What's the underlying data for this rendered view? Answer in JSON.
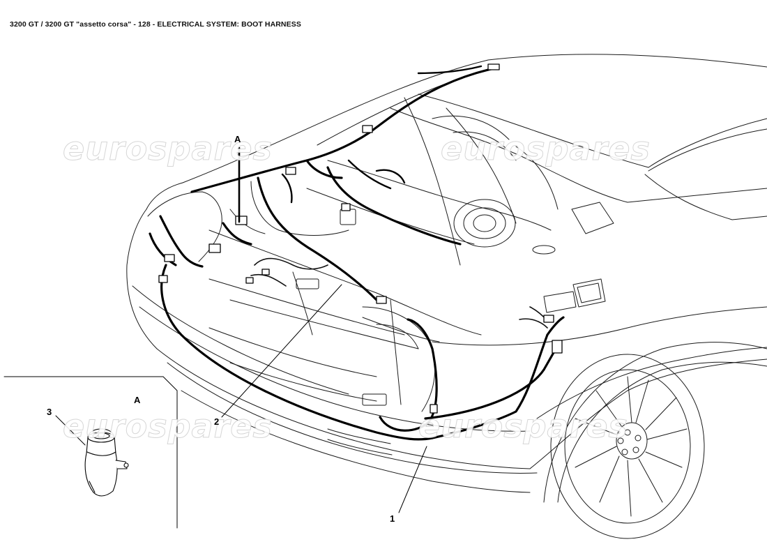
{
  "title": "3200 GT / 3200 GT \"assetto corsa\" - 128 - ELECTRICAL SYSTEM: BOOT HARNESS",
  "watermark_text": "eurospares",
  "callouts": {
    "a_main": "A",
    "a_inset": "A",
    "one": "1",
    "two": "2",
    "three": "3"
  },
  "colors": {
    "line": "#1a1a1a",
    "harness": "#000000",
    "watermark": "#d2d2d2"
  }
}
